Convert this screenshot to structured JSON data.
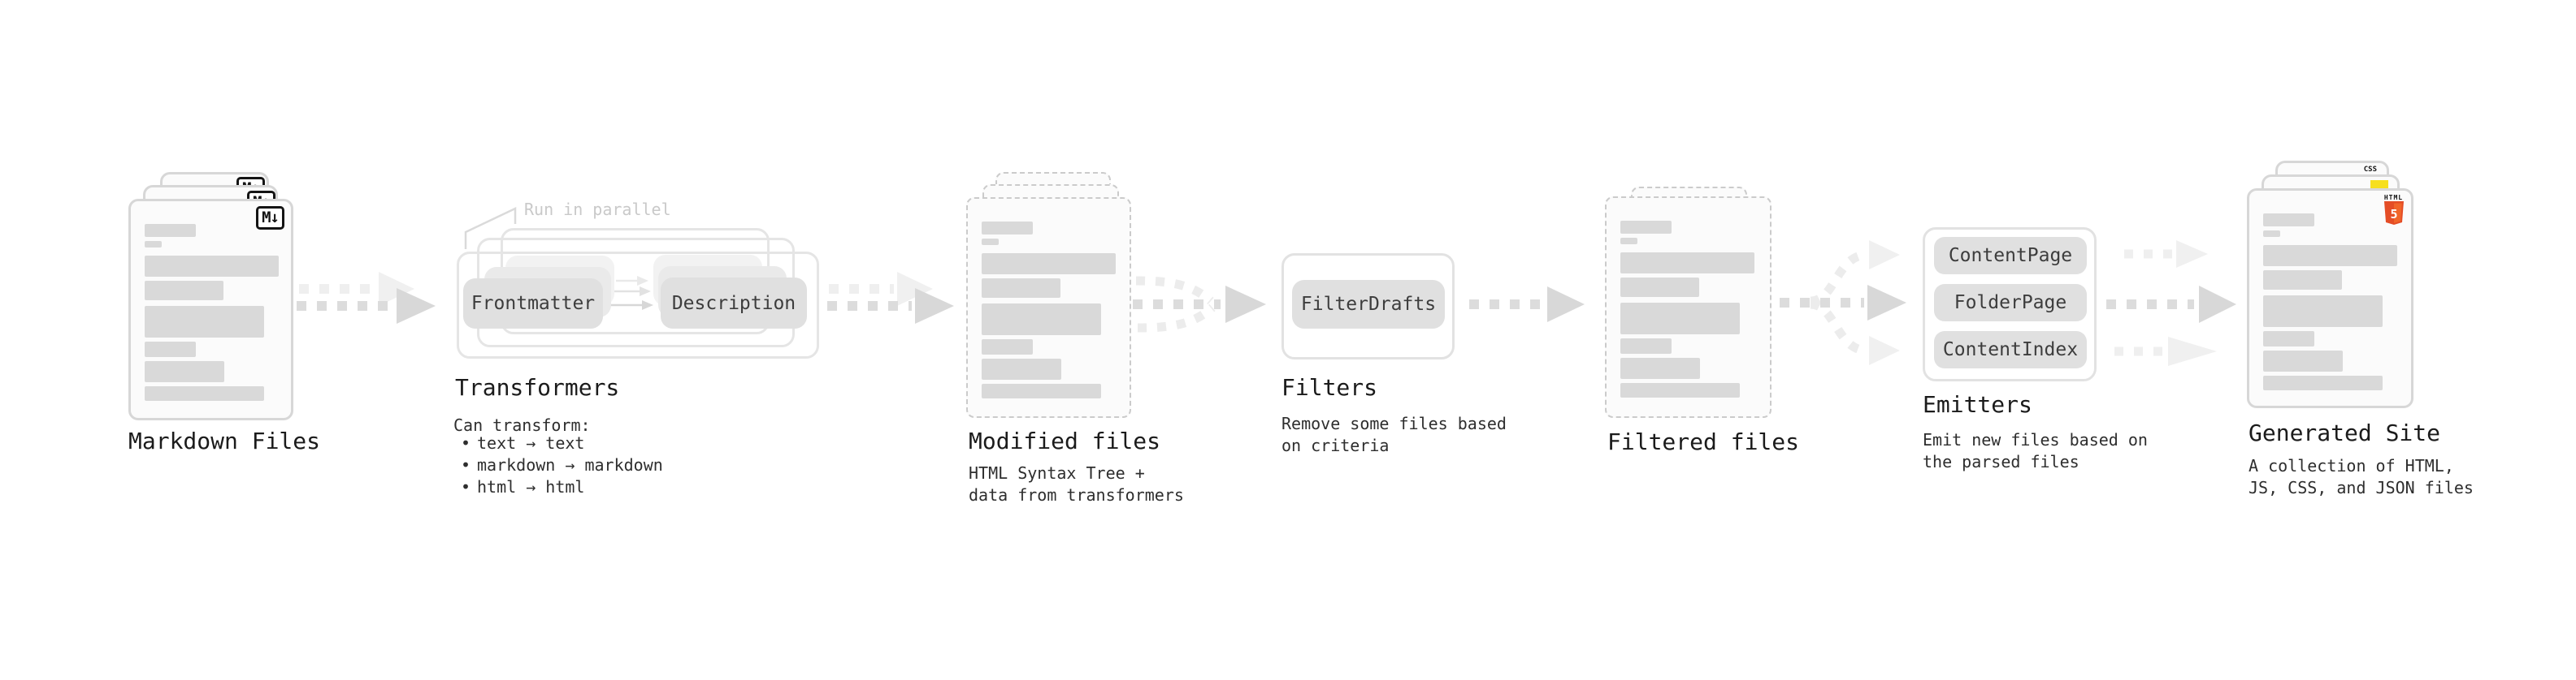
{
  "colors": {
    "html5_orange": "#e44d26",
    "html5_orange_light": "#f16529",
    "js_yellow": "#f7df1e",
    "css_blue": "#2965f1"
  },
  "stages": {
    "markdown_files": {
      "label": "Markdown Files",
      "badge": "M↓"
    },
    "transformers": {
      "heading": "Transformers",
      "note": "Run in parallel",
      "pills": [
        "Frontmatter",
        "Description"
      ],
      "desc_title": "Can transform:",
      "bullet_marker": "•",
      "bullets": [
        "text → text",
        "markdown → markdown",
        "html → html"
      ]
    },
    "modified_files": {
      "label": "Modified files",
      "desc": [
        "HTML Syntax Tree +",
        "data from transformers"
      ]
    },
    "filters": {
      "heading": "Filters",
      "pill": "FilterDrafts",
      "desc": [
        "Remove some files based",
        "on criteria"
      ]
    },
    "filtered_files": {
      "label": "Filtered files"
    },
    "emitters": {
      "heading": "Emitters",
      "pills": [
        "ContentPage",
        "FolderPage",
        "ContentIndex"
      ],
      "desc": [
        "Emit new files based on",
        "the parsed files"
      ]
    },
    "generated_site": {
      "label": "Generated Site",
      "desc": [
        "A collection of HTML,",
        "JS, CSS, and JSON files"
      ],
      "badge_html_text": "HTML",
      "badge_html_number": "5",
      "badge_css_text": "CSS"
    }
  }
}
